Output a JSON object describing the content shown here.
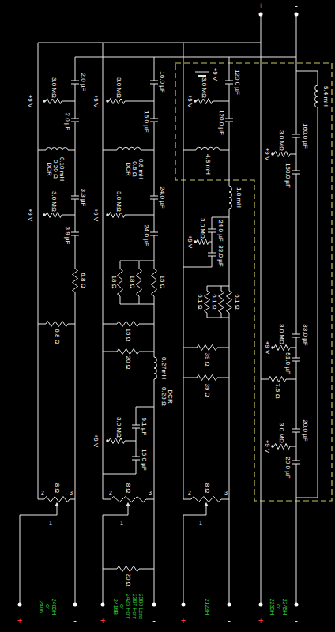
{
  "diagram": {
    "labels": [
      "+",
      "-",
      "2.0 µF",
      "+9 V",
      "3.0 MΩ",
      "2.0 µF",
      "0.10 mH",
      "0.20 Ω",
      "DCR",
      "3.3 µF",
      "+9 V",
      "3.0 MΩ",
      "3.9 µF",
      "6.8 Ω",
      "6.8 Ω",
      "8 Ω",
      "3",
      "2",
      "1",
      "+",
      "2406",
      "or",
      "2405H",
      "-",
      "16.0 µF",
      "+9 V",
      "3.0 MΩ",
      "16.0 µF",
      "0.6 mH",
      "0.6 Ω",
      "DCR",
      "24.0 µF",
      "+9 V",
      "3.0 MΩ",
      "24.0 µF",
      "18 Ω",
      "18 Ω",
      "15 Ω",
      "15 Ω",
      "20 Ω",
      "0.27mH",
      "0.23 Ω",
      "DCR",
      "+9 V",
      "3.0 MΩ",
      "9.1 µF",
      "15.0 µF",
      "8 Ω",
      "3",
      "2",
      "1",
      "20 Ω",
      "+",
      "2416B",
      "or",
      "2425 Horn",
      "2307 Horn",
      "2308 Lens",
      "-",
      "+9 V",
      "+9 V",
      "3.0 MΩ",
      "120.0 µF",
      "120.0 µF",
      "4.8 mH",
      "1.8 mH",
      "+9 V",
      "3.0 MΩ",
      "24.0 µF",
      "33.0 µF",
      "6.1 Ω",
      "6.1 Ω",
      "6.1 Ω",
      "39 Ω",
      "39 Ω",
      "8 Ω",
      "3",
      "2",
      "1",
      "+",
      "2123H",
      "-",
      "5.4 mH",
      "+9 V",
      "3.0 MΩ",
      "160.0 µF",
      "160.0 µF",
      "+9 V",
      "3.0 MΩ",
      "33.0 µF",
      "51.0 µF",
      "7.5 Ω",
      "+9 V",
      "3.0 MΩ",
      "20.0 µF",
      "20.0 µF",
      "+",
      "2235H",
      "or",
      "2245H",
      "-"
    ]
  }
}
